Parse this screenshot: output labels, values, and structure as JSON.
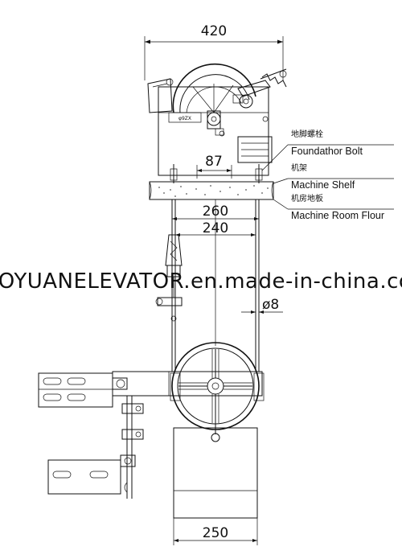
{
  "dimensions": {
    "top_width": "420",
    "bracket_width": "87",
    "floor_width": "260",
    "rope_spacing": "240",
    "rope_diameter": "ø8",
    "weight_width": "250"
  },
  "labels": {
    "foundation_bolt_cn": "地脚螺栓",
    "foundation_bolt_en": "Foundathor Bolt",
    "machine_shelf_cn": "机架",
    "machine_shelf_en": "Machine Shelf",
    "machine_floor_cn": "机房地板",
    "machine_floor_en": "Machine Room Flour"
  },
  "watermark": "TUOYUANELEVATOR.en.made-in-china.com"
}
